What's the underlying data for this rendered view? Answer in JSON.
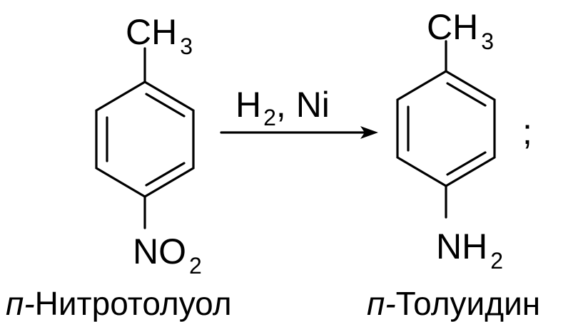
{
  "reactant": {
    "top_group": {
      "main": "CH",
      "sub": "3"
    },
    "bottom_group": {
      "main": "NO",
      "sub": "2"
    },
    "name_prefix": "п-",
    "name_rest": "Нитротолуол"
  },
  "arrow": {
    "reagent_main": "H",
    "reagent_sub": "2",
    "reagent_rest": ", Ni"
  },
  "product": {
    "top_group": {
      "main": "CH",
      "sub": "3"
    },
    "bottom_group": {
      "main": "NH",
      "sub": "2"
    },
    "name_prefix": "п-",
    "name_rest": "Толуидин"
  },
  "separator": ";"
}
